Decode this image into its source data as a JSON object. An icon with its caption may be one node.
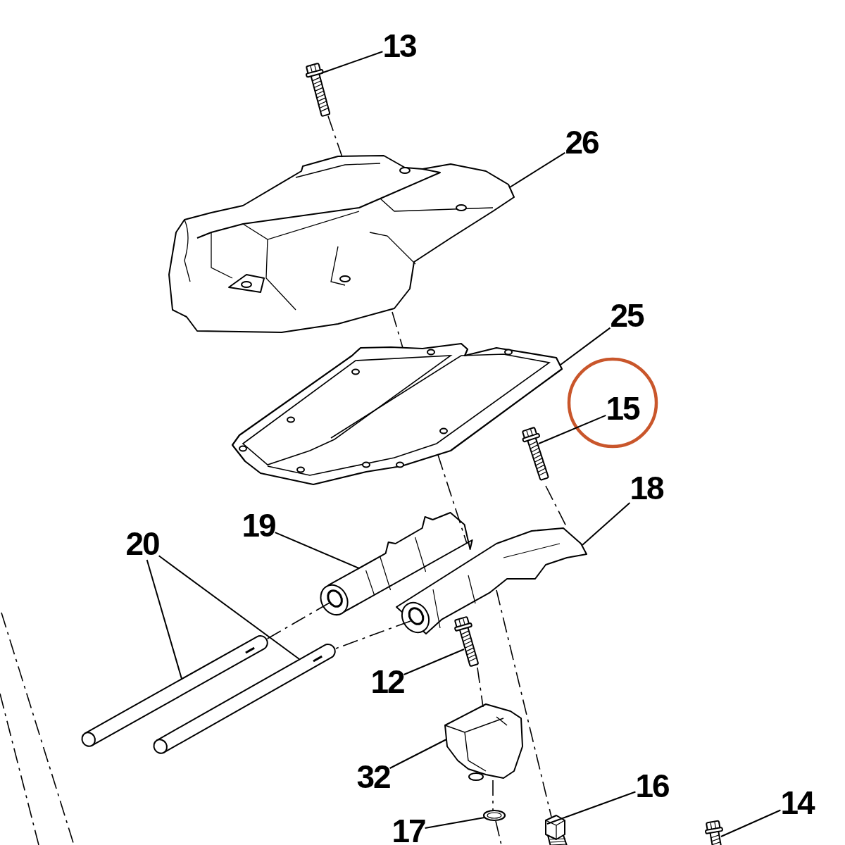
{
  "diagram": {
    "nodes": [
      {
        "text": [
          "13"
        ]
      },
      {
        "text": [],
        "shape": "picture"
      },
      {
        "text": [
          "26"
        ]
      },
      {
        "text": [],
        "shape": "picture"
      },
      {
        "text": [
          "25"
        ]
      },
      {
        "text": [],
        "shape": "picture"
      },
      {
        "text": [
          "15"
        ]
      },
      {
        "text": [],
        "shape": "picture"
      },
      {
        "text": [
          "18"
        ]
      },
      {
        "text": [],
        "shape": "picture"
      },
      {
        "text": [
          "19"
        ]
      },
      {
        "text": [],
        "shape": "picture"
      },
      {
        "text": [
          "20"
        ]
      },
      {
        "text": [],
        "shape": "picture"
      },
      {
        "text": [],
        "shape": "picture"
      },
      {
        "text": [
          "12"
        ]
      },
      {
        "text": [],
        "shape": "picture"
      },
      {
        "text": [
          "32"
        ]
      },
      {
        "text": [],
        "shape": "picture"
      },
      {
        "text": [
          "16"
        ]
      },
      {
        "text": [],
        "shape": "picture"
      },
      {
        "text": [
          "14"
        ]
      },
      {
        "text": [],
        "shape": "picture"
      },
      {
        "text": [
          "17"
        ]
      },
      {
        "text": [],
        "shape": "picture"
      }
    ],
    "edges": [
      {
        "from": 0,
        "to": 1,
        "arrow": "none"
      },
      {
        "from": 2,
        "to": 3,
        "arrow": "none"
      },
      {
        "from": 4,
        "to": 5,
        "arrow": "none"
      },
      {
        "from": 6,
        "to": 7,
        "arrow": "none"
      },
      {
        "from": 8,
        "to": 9,
        "arrow": "none"
      },
      {
        "from": 10,
        "to": 11,
        "arrow": "none"
      },
      {
        "from": 12,
        "to": 13,
        "arrow": "none"
      },
      {
        "from": 12,
        "to": 14,
        "arrow": "none"
      },
      {
        "from": 15,
        "to": 16,
        "arrow": "none"
      },
      {
        "from": 17,
        "to": 18,
        "arrow": "none"
      },
      {
        "from": 19,
        "to": 20,
        "arrow": "none"
      },
      {
        "from": 21,
        "to": 22,
        "arrow": "none"
      },
      {
        "from": 23,
        "to": 24,
        "arrow": "none"
      },
      {
        "from": 1,
        "to": 3,
        "arrow": "none",
        "style": "dashed"
      },
      {
        "from": 3,
        "to": 5,
        "arrow": "none",
        "style": "dashed"
      },
      {
        "from": 5,
        "to": 11,
        "arrow": "none",
        "style": "dashed"
      },
      {
        "from": 7,
        "to": 9,
        "arrow": "none",
        "style": "dashed"
      },
      {
        "from": 11,
        "to": 13,
        "arrow": "none",
        "style": "dashed"
      },
      {
        "from": 9,
        "to": 14,
        "arrow": "none",
        "style": "dashed"
      },
      {
        "from": 9,
        "to": 20,
        "arrow": "none",
        "style": "dashed"
      },
      {
        "from": 16,
        "to": 18,
        "arrow": "none",
        "style": "dashed"
      },
      {
        "from": 18,
        "to": 24,
        "arrow": "none",
        "style": "dashed"
      },
      {
        "from": 24,
        "to": null,
        "arrow": "none",
        "style": "dashed"
      }
    ]
  }
}
